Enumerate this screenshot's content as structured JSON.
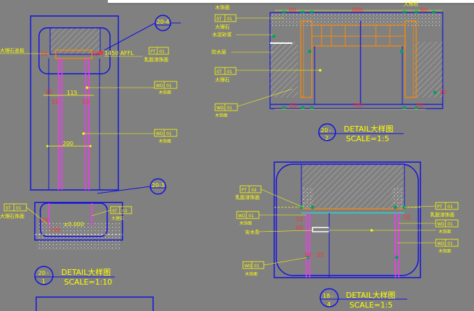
{
  "colors": {
    "background": "#808080",
    "linework": "#1010e0",
    "annotation": "#ffff00",
    "dimension": "#00ffff",
    "wood": "#ff8a00",
    "finish": "#ff30ff",
    "leader_marker": "#00a060",
    "highlight": "#ff3030"
  },
  "detail_20_1": {
    "bubble_top": "20",
    "bubble_bottom": "1",
    "title": "DETAIL大样图",
    "scale": "SCALE=1:10",
    "callout_20_4": "20-4",
    "callout_20_3": "20-3",
    "label_stone_cover": "大理石盖板",
    "level_top": "1450 AFFL",
    "tag_pt01_code": "PT",
    "tag_pt01_num": "01",
    "tag_pt01_name": "乳胶漆饰面",
    "tag_wd01a_code": "WD",
    "tag_wd01a_num": "01",
    "tag_wd01a_name": "木饰面",
    "tag_wd01b_code": "WD",
    "tag_wd01b_num": "01",
    "tag_wd01b_name": "木饰面",
    "tag_st01_code": "ST",
    "tag_st01_num": "01",
    "tag_st01_name": "大理石饰面",
    "tag_st03_code": "ST",
    "tag_st03_num": "03",
    "tag_st03_name": "大理石",
    "dim_10_a": "10",
    "dim_10_b": "10",
    "dim_115": "115",
    "dim_10_c": "10",
    "dim_55": "55",
    "dim_10_d": "10",
    "dim_200": "200",
    "dim_20": "20",
    "level_bottom": "±0.000",
    "dim_100": "100"
  },
  "detail_20_2": {
    "bubble_top": "20",
    "bubble_bottom": "2",
    "title": "DETAIL大样图",
    "scale": "SCALE=1:5",
    "label_wood_top": "木饰面",
    "tag_st01a_code": "ST",
    "tag_st01a_num": "01",
    "tag_st01a_name": "大理石",
    "label_cement": "水泥砂浆",
    "label_waterproof": "防水层",
    "tag_st01b_code": "ST",
    "tag_st01b_num": "01",
    "tag_st01b_name": "大理石",
    "tag_wd01_code": "WD",
    "tag_wd01_num": "01",
    "tag_wd01_name": "木饰面",
    "label_top_right": "大理石",
    "dim_60_tl": "60",
    "dim_800": "800",
    "dim_60_tr": "60",
    "dim_60_bl": "60",
    "dim_780": "780",
    "dim_60_br": "60",
    "dim_10_r": "10"
  },
  "detail_18_4": {
    "bubble_top": "18",
    "bubble_bottom": "4",
    "title": "DETAIL大样图",
    "scale": "SCALE=1:5",
    "tag_pt02_code": "PT",
    "tag_pt02_num": "02",
    "tag_pt02_name": "乳胶漆饰面",
    "tag_wd01a_code": "WD",
    "tag_wd01a_num": "01",
    "tag_wd01a_name": "木饰面",
    "label_safety": "安木条",
    "tag_wd01b_code": "WD",
    "tag_wd01b_num": "01",
    "tag_wd01b_name": "木饰面",
    "tag_pt01_code": "PT",
    "tag_pt01_num": "01",
    "tag_pt01_name": "乳胶漆饰面",
    "tag_wd01c_code": "WD",
    "tag_wd01c_num": "01",
    "tag_wd01c_name": "木饰面",
    "tag_wd01d_code": "WD",
    "tag_wd01d_num": "01",
    "tag_wd01d_name": "木饰面",
    "dim_10_a": "10",
    "dim_60": "60",
    "dim_10_b": "10",
    "dim_55": "55",
    "dim_10_r": "10"
  }
}
